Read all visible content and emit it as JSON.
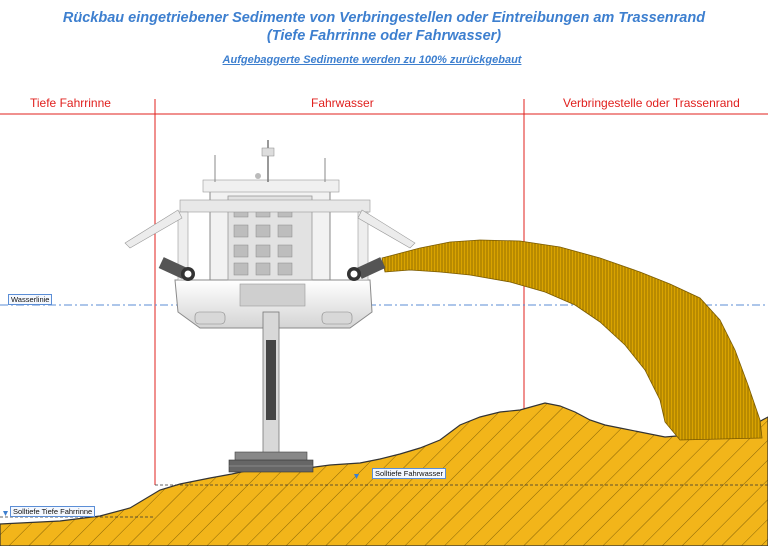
{
  "title": {
    "line1": "Rückbau eingetriebener Sedimente von Verbringestellen oder Eintreibungen am Trassenrand",
    "line2": "(Tiefe Fahrrinne oder Fahrwasser)"
  },
  "subtitle": "Aufgebaggerte Sedimente werden zu 100% zurückgebaut",
  "zones": {
    "left": "Tiefe Fahrrinne",
    "middle": "Fahrwasser",
    "right": "Verbringestelle oder Trassenrand"
  },
  "labels": {
    "waterline": "Wasserlinie",
    "solltiefe_fahrwasser": "Solltiefe Fahrwasser",
    "solltiefe_fahrrinne": "Solltiefe Tiefe Fahrrinne"
  },
  "colors": {
    "sediment": "#f2b51a",
    "sediment_hatch": "#6b4f00",
    "spray": "#d9a300",
    "zone_lines": "#e0201e",
    "title": "#3d7fcf",
    "waterline": "#5b8ed6",
    "ship": "#e6e6e6"
  }
}
